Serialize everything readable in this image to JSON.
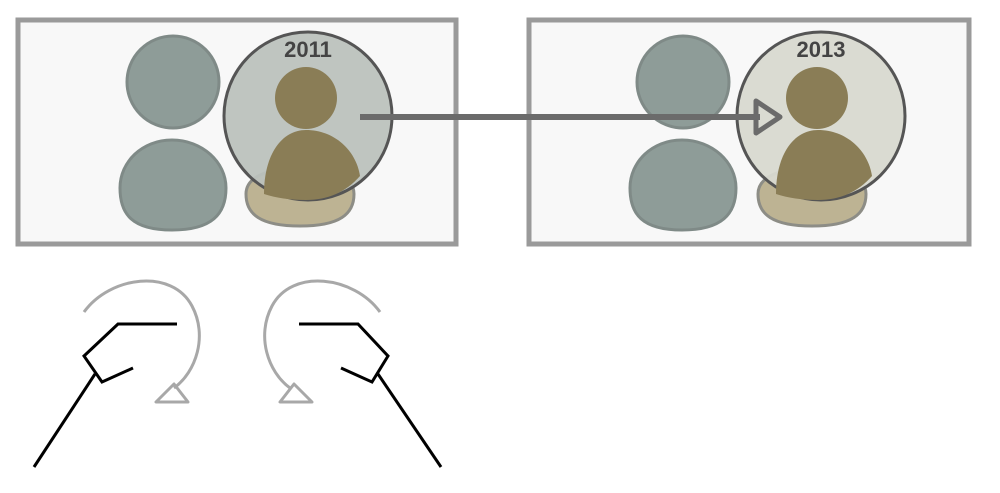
{
  "panels": [
    {
      "id": "left",
      "year": "2011"
    },
    {
      "id": "right",
      "year": "2013"
    }
  ],
  "colors": {
    "frame_stroke": "#9a9a9a",
    "frame_fill": "#f8f8f8",
    "background_person": "#8e9c98",
    "background_person_stroke": "#7f8a87",
    "highlighted_person": "#8a7d56",
    "hidden_person": "#bdb393",
    "lens_left_fill": "#bcc2bd",
    "lens_right_fill": "#d8d9d0",
    "lens_stroke": "#555555",
    "arrow": "#6b6b6b",
    "rotation_arc": "#a8a8a8",
    "mechanism_line": "#000000",
    "label_text": "#444444"
  },
  "icons": {
    "person_icon": "person-silhouette-icon",
    "arrow_icon": "arrow-right-icon",
    "rotate_cw_icon": "rotate-clockwise-icon",
    "rotate_ccw_icon": "rotate-counterclockwise-icon"
  }
}
